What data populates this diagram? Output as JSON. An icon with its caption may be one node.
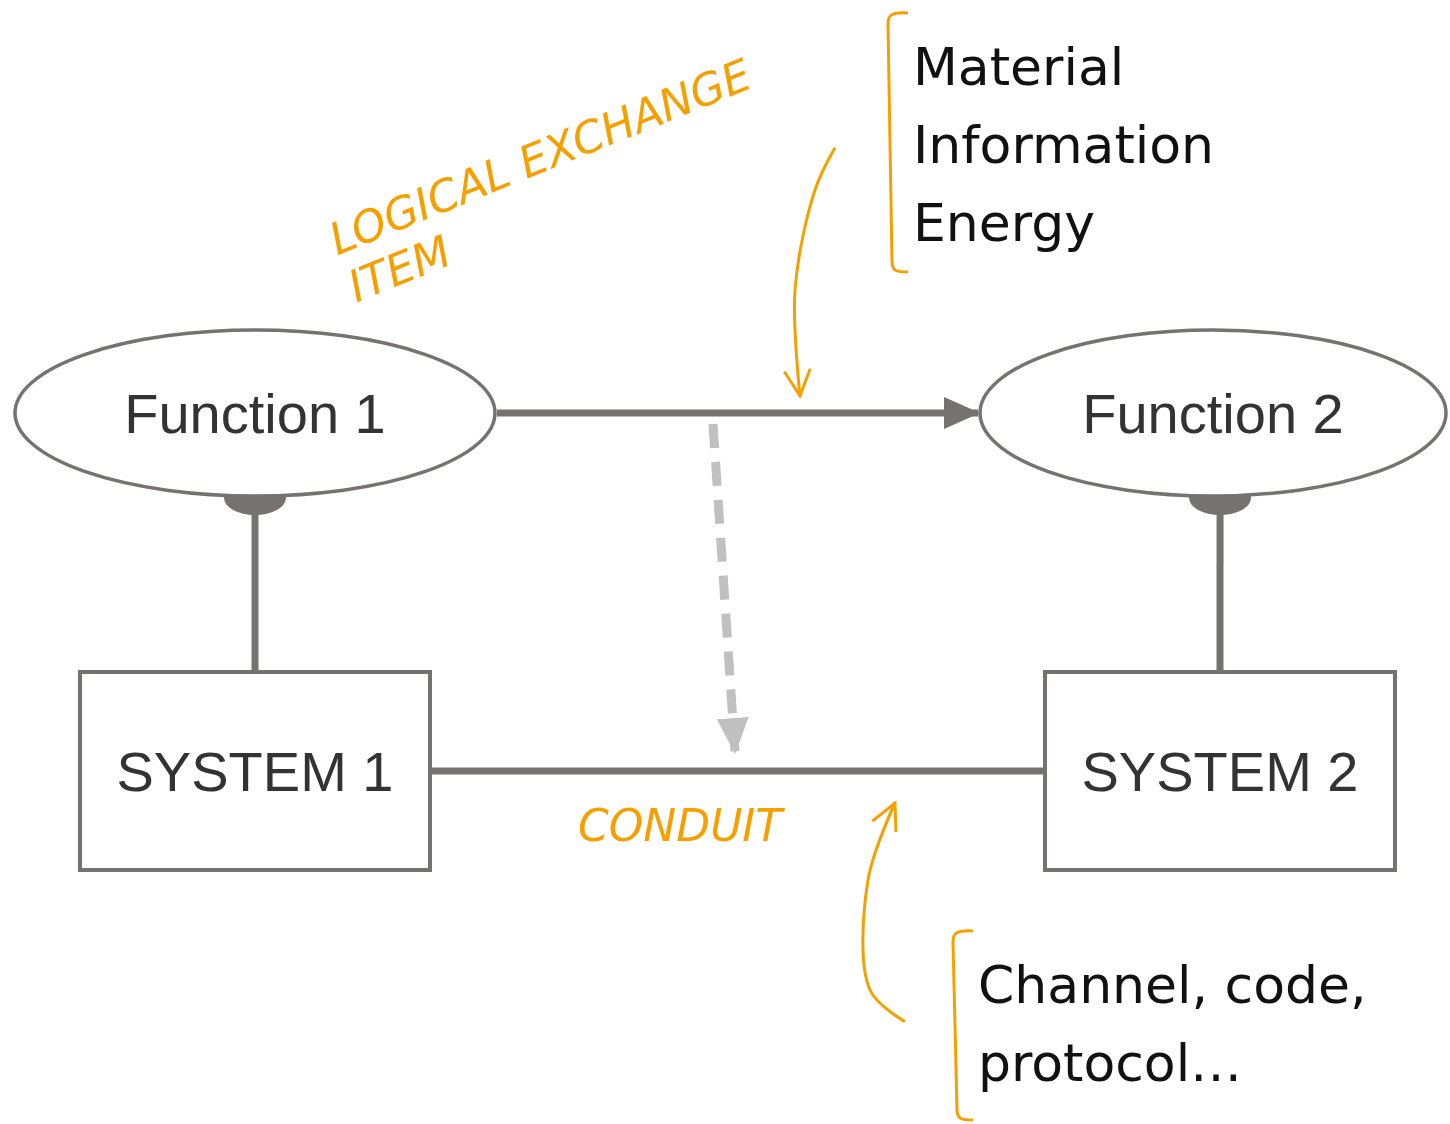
{
  "diagram": {
    "nodes": [
      {
        "text": [
          "Function 1"
        ]
      },
      {
        "text": [
          "Function 2"
        ]
      },
      {
        "text": [
          "SYSTEM 1"
        ]
      },
      {
        "text": [
          "SYSTEM 2"
        ]
      },
      {
        "text": [
          "Material Information Energy"
        ]
      },
      {
        "text": [
          "Channel, code, protocol…"
        ]
      }
    ],
    "edges": [
      {
        "from": 0,
        "to": 1,
        "arrow": "to",
        "label": "LOGICAL EXCHANGE ITEM"
      },
      {
        "from": 2,
        "to": 0,
        "arrow": "other"
      },
      {
        "from": 3,
        "to": 1,
        "arrow": "other"
      },
      {
        "from": 2,
        "to": 3,
        "arrow": "none",
        "label": "CONDUIT"
      },
      {
        "from": 4,
        "to": null,
        "arrow": "to",
        "color": "#f5a000"
      },
      {
        "from": 5,
        "to": null,
        "arrow": "to",
        "color": "#f5a000"
      }
    ]
  }
}
